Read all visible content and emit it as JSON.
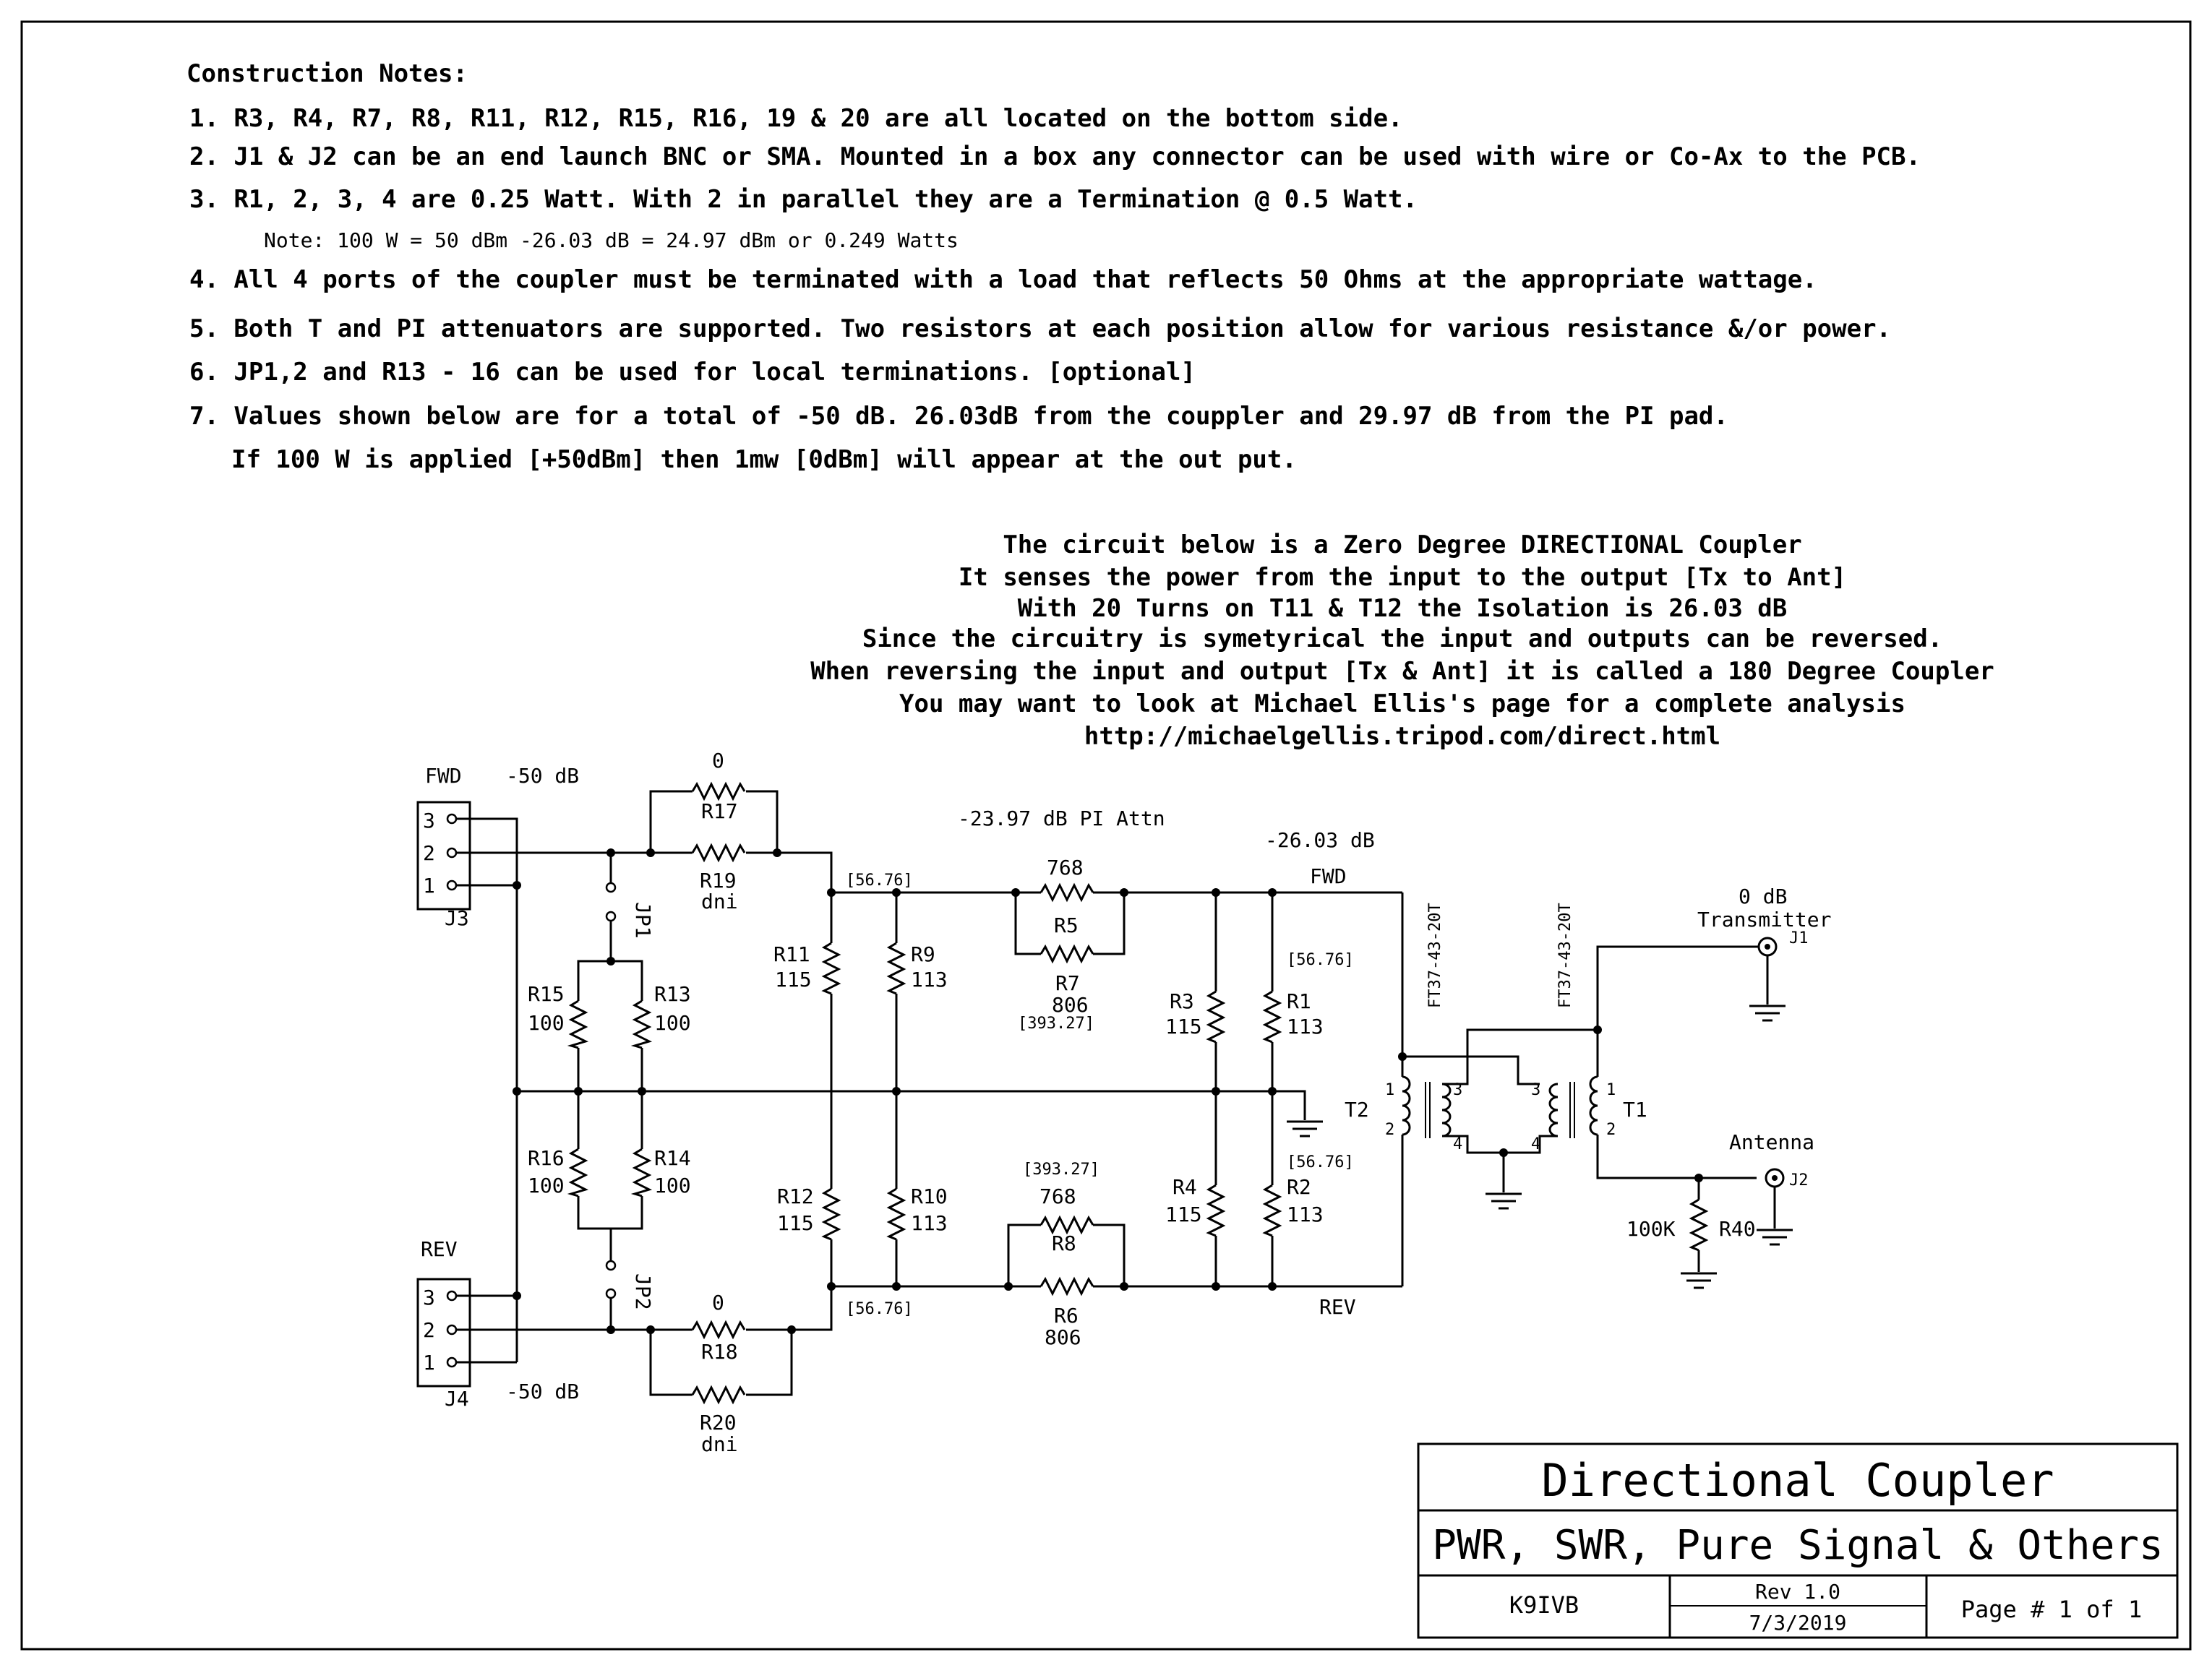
{
  "notes": {
    "heading": "Construction Notes:",
    "items": [
      "1. R3, R4, R7, R8, R11, R12, R15, R16, 19 & 20 are all located on the bottom side.",
      "2. J1 & J2 can be an end launch BNC or SMA.  Mounted in a box any connector can be used with wire or Co-Ax to the PCB.",
      "3. R1, 2, 3, 4 are 0.25 Watt. With 2 in parallel they are a Termination @ 0.5 Watt.",
      "Note: 100 W = 50 dBm -26.03 dB = 24.97 dBm or 0.249 Watts",
      "4. All 4 ports of the coupler must be terminated with a load that reflects 50 Ohms at the appropriate wattage.",
      "5. Both T and PI attenuators are supported.  Two resistors at each position allow for various resistance &/or power.",
      "6. JP1,2 and R13 - 16 can be used for local terminations. [optional]",
      "7. Values shown below are for a total of -50 dB.  26.03dB from the couppler and 29.97 dB from the PI pad.",
      "If 100 W is applied [+50dBm] then 1mw [0dBm] will appear at the out put."
    ]
  },
  "description": [
    "The circuit below is a Zero Degree DIRECTIONAL Coupler",
    "It senses the power from the input to the output [Tx to Ant]",
    "With 20 Turns on T11 & T12 the Isolation is 26.03 dB",
    "Since the circuitry is symetyrical the input and outputs can be reversed.",
    "When reversing the input and output [Tx & Ant] it is called a 180 Degree Coupler",
    "You may want to look at Michael Ellis's page for a complete analysis",
    "http://michaelgellis.tripod.com/direct.html"
  ],
  "schematic": {
    "fwd_label": "FWD",
    "fwd_level": "-50 dB",
    "rev_label": "REV",
    "rev_level": "-50 dB",
    "j3": "J3",
    "j4": "J4",
    "pin3": "3",
    "pin2": "2",
    "pin1": "1",
    "pi_attn": "-23.97 dB PI Attn",
    "coupler_level": "-26.03 dB",
    "fwd_out": "FWD",
    "rev_out": "REV",
    "node_a": "[56.76]",
    "node_b": "[393.27]",
    "resistors": {
      "r17_val": "0",
      "r17": "R17",
      "r19": "R19",
      "r19_val": "dni",
      "r18_val": "0",
      "r18": "R18",
      "r20": "R20",
      "r20_val": "dni",
      "r11": "R11",
      "r11_val": "115",
      "r9": "R9",
      "r9_val": "113",
      "r12": "R12",
      "r12_val": "115",
      "r10": "R10",
      "r10_val": "113",
      "r15": "R15",
      "r15_val": "100",
      "r13": "R13",
      "r13_val": "100",
      "r16": "R16",
      "r16_val": "100",
      "r14": "R14",
      "r14_val": "100",
      "r5_val": "768",
      "r5": "R5",
      "r7": "R7",
      "r7_val": "806",
      "r8_val": "768",
      "r8": "R8",
      "r6": "R6",
      "r6_val": "806",
      "r3": "R3",
      "r3_val": "115",
      "r1": "R1",
      "r1_val": "113",
      "r4": "R4",
      "r4_val": "115",
      "r2": "R2",
      "r2_val": "113",
      "r40_val": "100K",
      "r40": "R40"
    },
    "jp1": "JP1",
    "jp2": "JP2",
    "t2": "T2",
    "t1": "T1",
    "core1": "FT37-43-20T",
    "core2": "FT37-43-20T",
    "wind_1": "1",
    "wind_2": "2",
    "wind_3": "3",
    "wind_4": "4",
    "tx_level": "0 dB",
    "tx_label": "Transmitter",
    "j1": "J1",
    "ant_label": "Antenna",
    "j2": "J2"
  },
  "title_block": {
    "title": "Directional Coupler",
    "subtitle": "PWR, SWR, Pure Signal & Others",
    "author": "K9IVB",
    "rev": "Rev 1.0",
    "date": "7/3/2019",
    "page": "Page # 1 of 1"
  }
}
